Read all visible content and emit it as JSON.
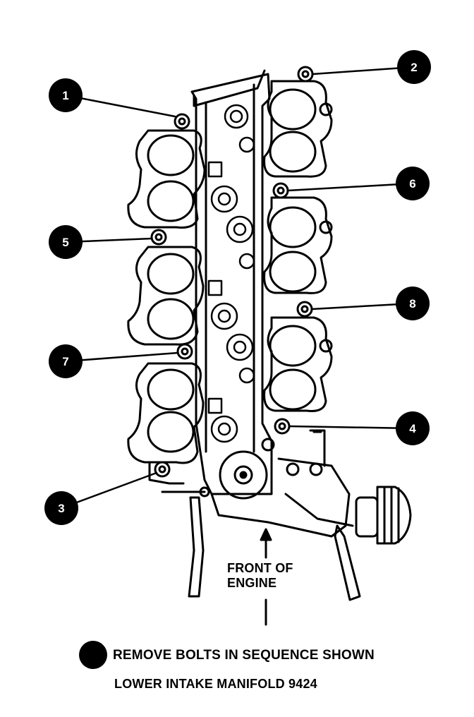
{
  "diagram": {
    "front_label": "FRONT OF\nENGINE",
    "legend_text": "REMOVE BOLTS IN SEQUENCE SHOWN",
    "part_caption": "LOWER INTAKE MANIFOLD 9424",
    "callouts": [
      "1",
      "2",
      "3",
      "4",
      "5",
      "6",
      "7",
      "8"
    ],
    "ink_color": "#000000",
    "paper_color": "#ffffff"
  }
}
